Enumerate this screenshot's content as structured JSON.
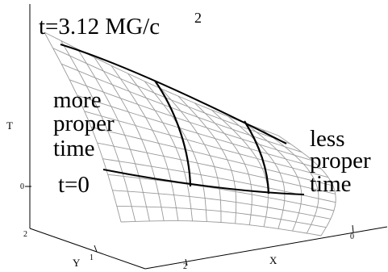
{
  "figure": {
    "title_main": "t=3.12 MG/c",
    "title_exponent": "2",
    "label_left": [
      "more",
      "proper",
      "time"
    ],
    "label_right": [
      "less",
      "proper",
      "time"
    ],
    "label_t0": "t=0"
  },
  "axes": {
    "t_label": "T",
    "t_tick": "0",
    "x_label": "X",
    "y_label": "Y",
    "y_ticks": [
      "2",
      "1"
    ],
    "x_ticks": [
      "2",
      "0"
    ]
  }
}
